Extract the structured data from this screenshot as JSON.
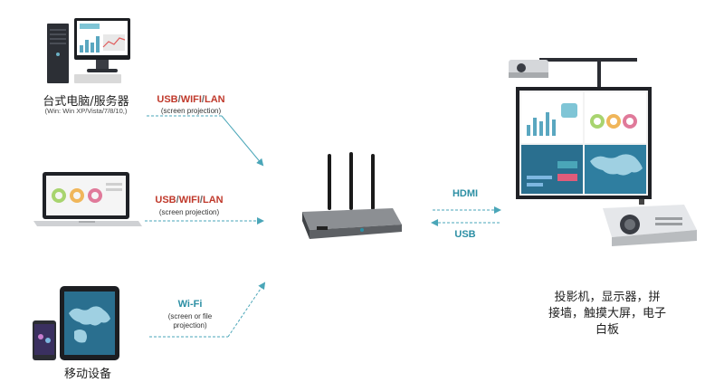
{
  "devices": {
    "desktop": {
      "title": "台式电脑/服务器",
      "subtitle": "(Win: Win XP/Vista/7/8/10,)"
    },
    "mobile": {
      "title": "移动设备"
    }
  },
  "links": {
    "usb_wifi_lan_1": {
      "usb": "USB",
      "sep1": "/",
      "wifi": "WIFI",
      "sep2": "/",
      "lan": "LAN",
      "sub": "(screen projection)"
    },
    "usb_wifi_lan_2": {
      "usb": "USB",
      "sep1": "/",
      "wifi": "WIFI",
      "sep2": "/",
      "lan": "LAN",
      "sub": "(screen projection)"
    },
    "wifi": {
      "title": "Wi-Fi",
      "sub_line1": "(screen or file",
      "sub_line2": "projection)"
    },
    "hdmi": "HDMI",
    "usb": "USB"
  },
  "displays": {
    "line1": "投影机，显示器，拼",
    "line2": "接墙，触摸大屏，电子",
    "line3": "白板"
  },
  "colors": {
    "accent_red": "#c0392b",
    "accent_teal": "#2c8fa4",
    "arrow": "#4aa6b8"
  }
}
